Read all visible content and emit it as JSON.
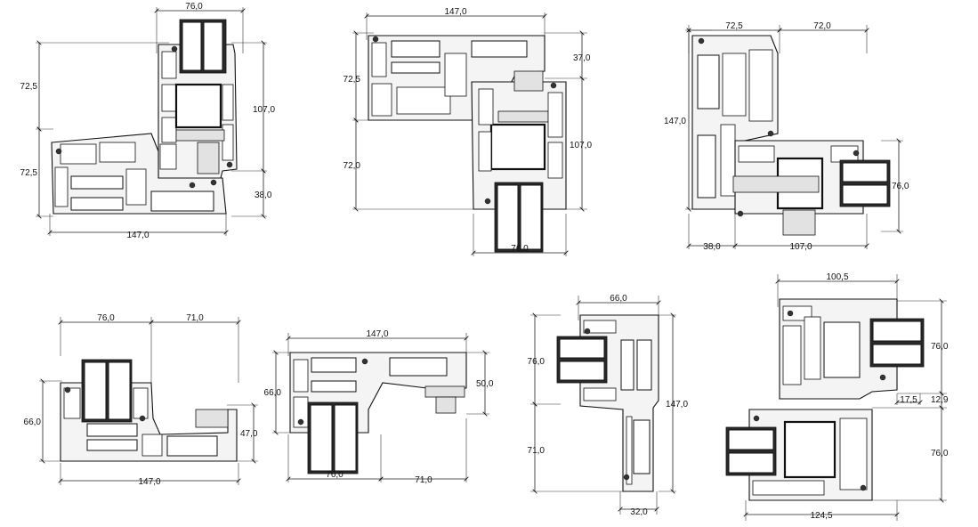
{
  "drawings": [
    {
      "id": "d1",
      "dims": [
        "76,0",
        "72,5",
        "107,0",
        "72,5",
        "38,0",
        "147,0"
      ]
    },
    {
      "id": "d2",
      "dims": [
        "147,0",
        "72,5",
        "37,0",
        "107,0",
        "72,0",
        "76,0"
      ]
    },
    {
      "id": "d3",
      "dims": [
        "72,5",
        "72,0",
        "147,0",
        "76,0",
        "38,0",
        "107,0"
      ]
    },
    {
      "id": "d4",
      "dims": [
        "76,0",
        "71,0",
        "66,0",
        "47,0",
        "147,0"
      ]
    },
    {
      "id": "d5",
      "dims": [
        "147,0",
        "66,0",
        "50,0",
        "76,0",
        "71,0"
      ]
    },
    {
      "id": "d6",
      "dims": [
        "66,0",
        "76,0",
        "147,0",
        "71,0",
        "32,0"
      ]
    },
    {
      "id": "d7",
      "dims": [
        "100,5",
        "76,0",
        "17,5",
        "12,9",
        "76,0",
        "124,5"
      ]
    }
  ]
}
